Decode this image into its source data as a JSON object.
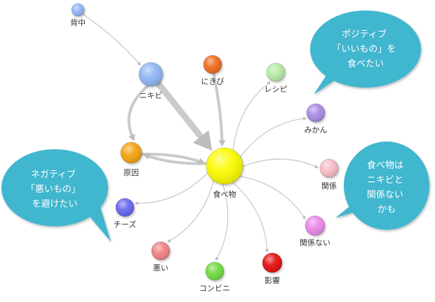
{
  "nodes": [
    {
      "id": "back",
      "label": "背中",
      "color": "#8fb5f5"
    },
    {
      "id": "acne",
      "label": "ニキビ",
      "color": "#8fb5f5"
    },
    {
      "id": "nikibi_hira",
      "label": "にきび",
      "color": "#ef6a1a"
    },
    {
      "id": "recipe",
      "label": "レシピ",
      "color": "#b5eba4"
    },
    {
      "id": "mikan",
      "label": "みかん",
      "color": "#a989e6"
    },
    {
      "id": "cause",
      "label": "原因",
      "color": "#f2a20a"
    },
    {
      "id": "food",
      "label": "食べ物",
      "color": "#fbfb00"
    },
    {
      "id": "relation",
      "label": "関係",
      "color": "#f7bcc6"
    },
    {
      "id": "cheese",
      "label": "チーズ",
      "color": "#6565f0"
    },
    {
      "id": "unrelated",
      "label": "関係ない",
      "color": "#ea86ea"
    },
    {
      "id": "bad",
      "label": "悪い",
      "color": "#f08080"
    },
    {
      "id": "effect",
      "label": "影響",
      "color": "#e40b0b"
    },
    {
      "id": "conbini",
      "label": "コンビニ",
      "color": "#6fda3e"
    }
  ],
  "edges": [
    {
      "from": "back",
      "to": "acne",
      "weight": "thin"
    },
    {
      "from": "acne",
      "to": "food",
      "weight": "heavy"
    },
    {
      "from": "acne",
      "to": "cause",
      "weight": "medium"
    },
    {
      "from": "nikibi_hira",
      "to": "food",
      "weight": "medium"
    },
    {
      "from": "cause",
      "to": "food",
      "weight": "medium"
    },
    {
      "from": "food",
      "to": "cause",
      "weight": "medium"
    },
    {
      "from": "food",
      "to": "recipe",
      "weight": "thin"
    },
    {
      "from": "food",
      "to": "mikan",
      "weight": "thin"
    },
    {
      "from": "food",
      "to": "relation",
      "weight": "thin"
    },
    {
      "from": "food",
      "to": "unrelated",
      "weight": "thin"
    },
    {
      "from": "food",
      "to": "effect",
      "weight": "thin"
    },
    {
      "from": "food",
      "to": "conbini",
      "weight": "thin"
    },
    {
      "from": "food",
      "to": "bad",
      "weight": "thin"
    },
    {
      "from": "food",
      "to": "cheese",
      "weight": "thin"
    }
  ],
  "callouts": {
    "positive": {
      "lines": [
        "ポジティブ",
        "「いいもの」を",
        "食べたい"
      ],
      "color": "#3fb6cf"
    },
    "negative": {
      "lines": [
        "ネガティブ",
        "「悪いもの」",
        "を避けたい"
      ],
      "color": "#3fb6cf"
    },
    "relation": {
      "lines": [
        "食べ物は",
        "ニキビと",
        "関係ない",
        "かも"
      ],
      "color": "#3fb6cf"
    }
  }
}
